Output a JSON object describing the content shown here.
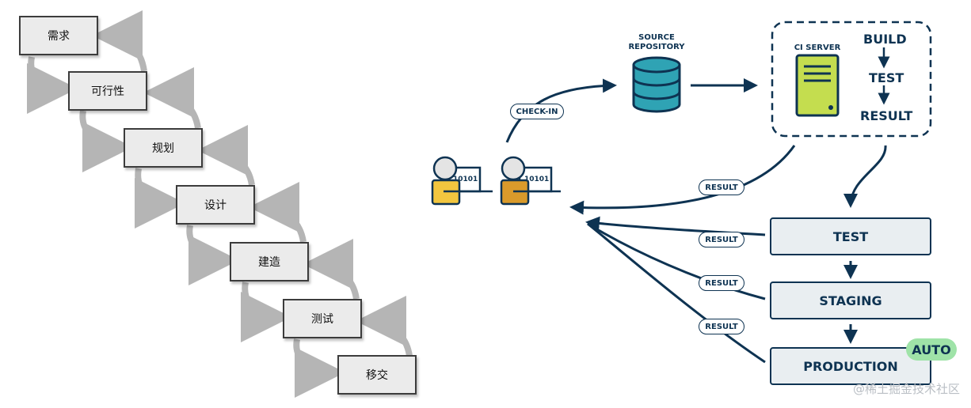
{
  "waterfall": {
    "steps": [
      "需求",
      "可行性",
      "规划",
      "设计",
      "建造",
      "测试",
      "移交"
    ]
  },
  "ci": {
    "repository_label": "SOURCE REPOSITORY",
    "checkin_label": "CHECK-IN",
    "server_label": "CI SERVER",
    "pipeline": [
      "BUILD",
      "TEST",
      "RESULT"
    ],
    "result_label": "RESULT",
    "code_label": "10101",
    "stages": [
      "TEST",
      "STAGING",
      "PRODUCTION"
    ],
    "auto_label": "AUTO"
  },
  "watermark": "@稀土掘金技术社区",
  "colors": {
    "navy": "#0e3352",
    "teal": "#2fa3b4",
    "lime": "#c4dd4f",
    "auto_green": "#9fe3a8",
    "person_yellow": "#f2c63f",
    "person_orange": "#d99a2b"
  }
}
